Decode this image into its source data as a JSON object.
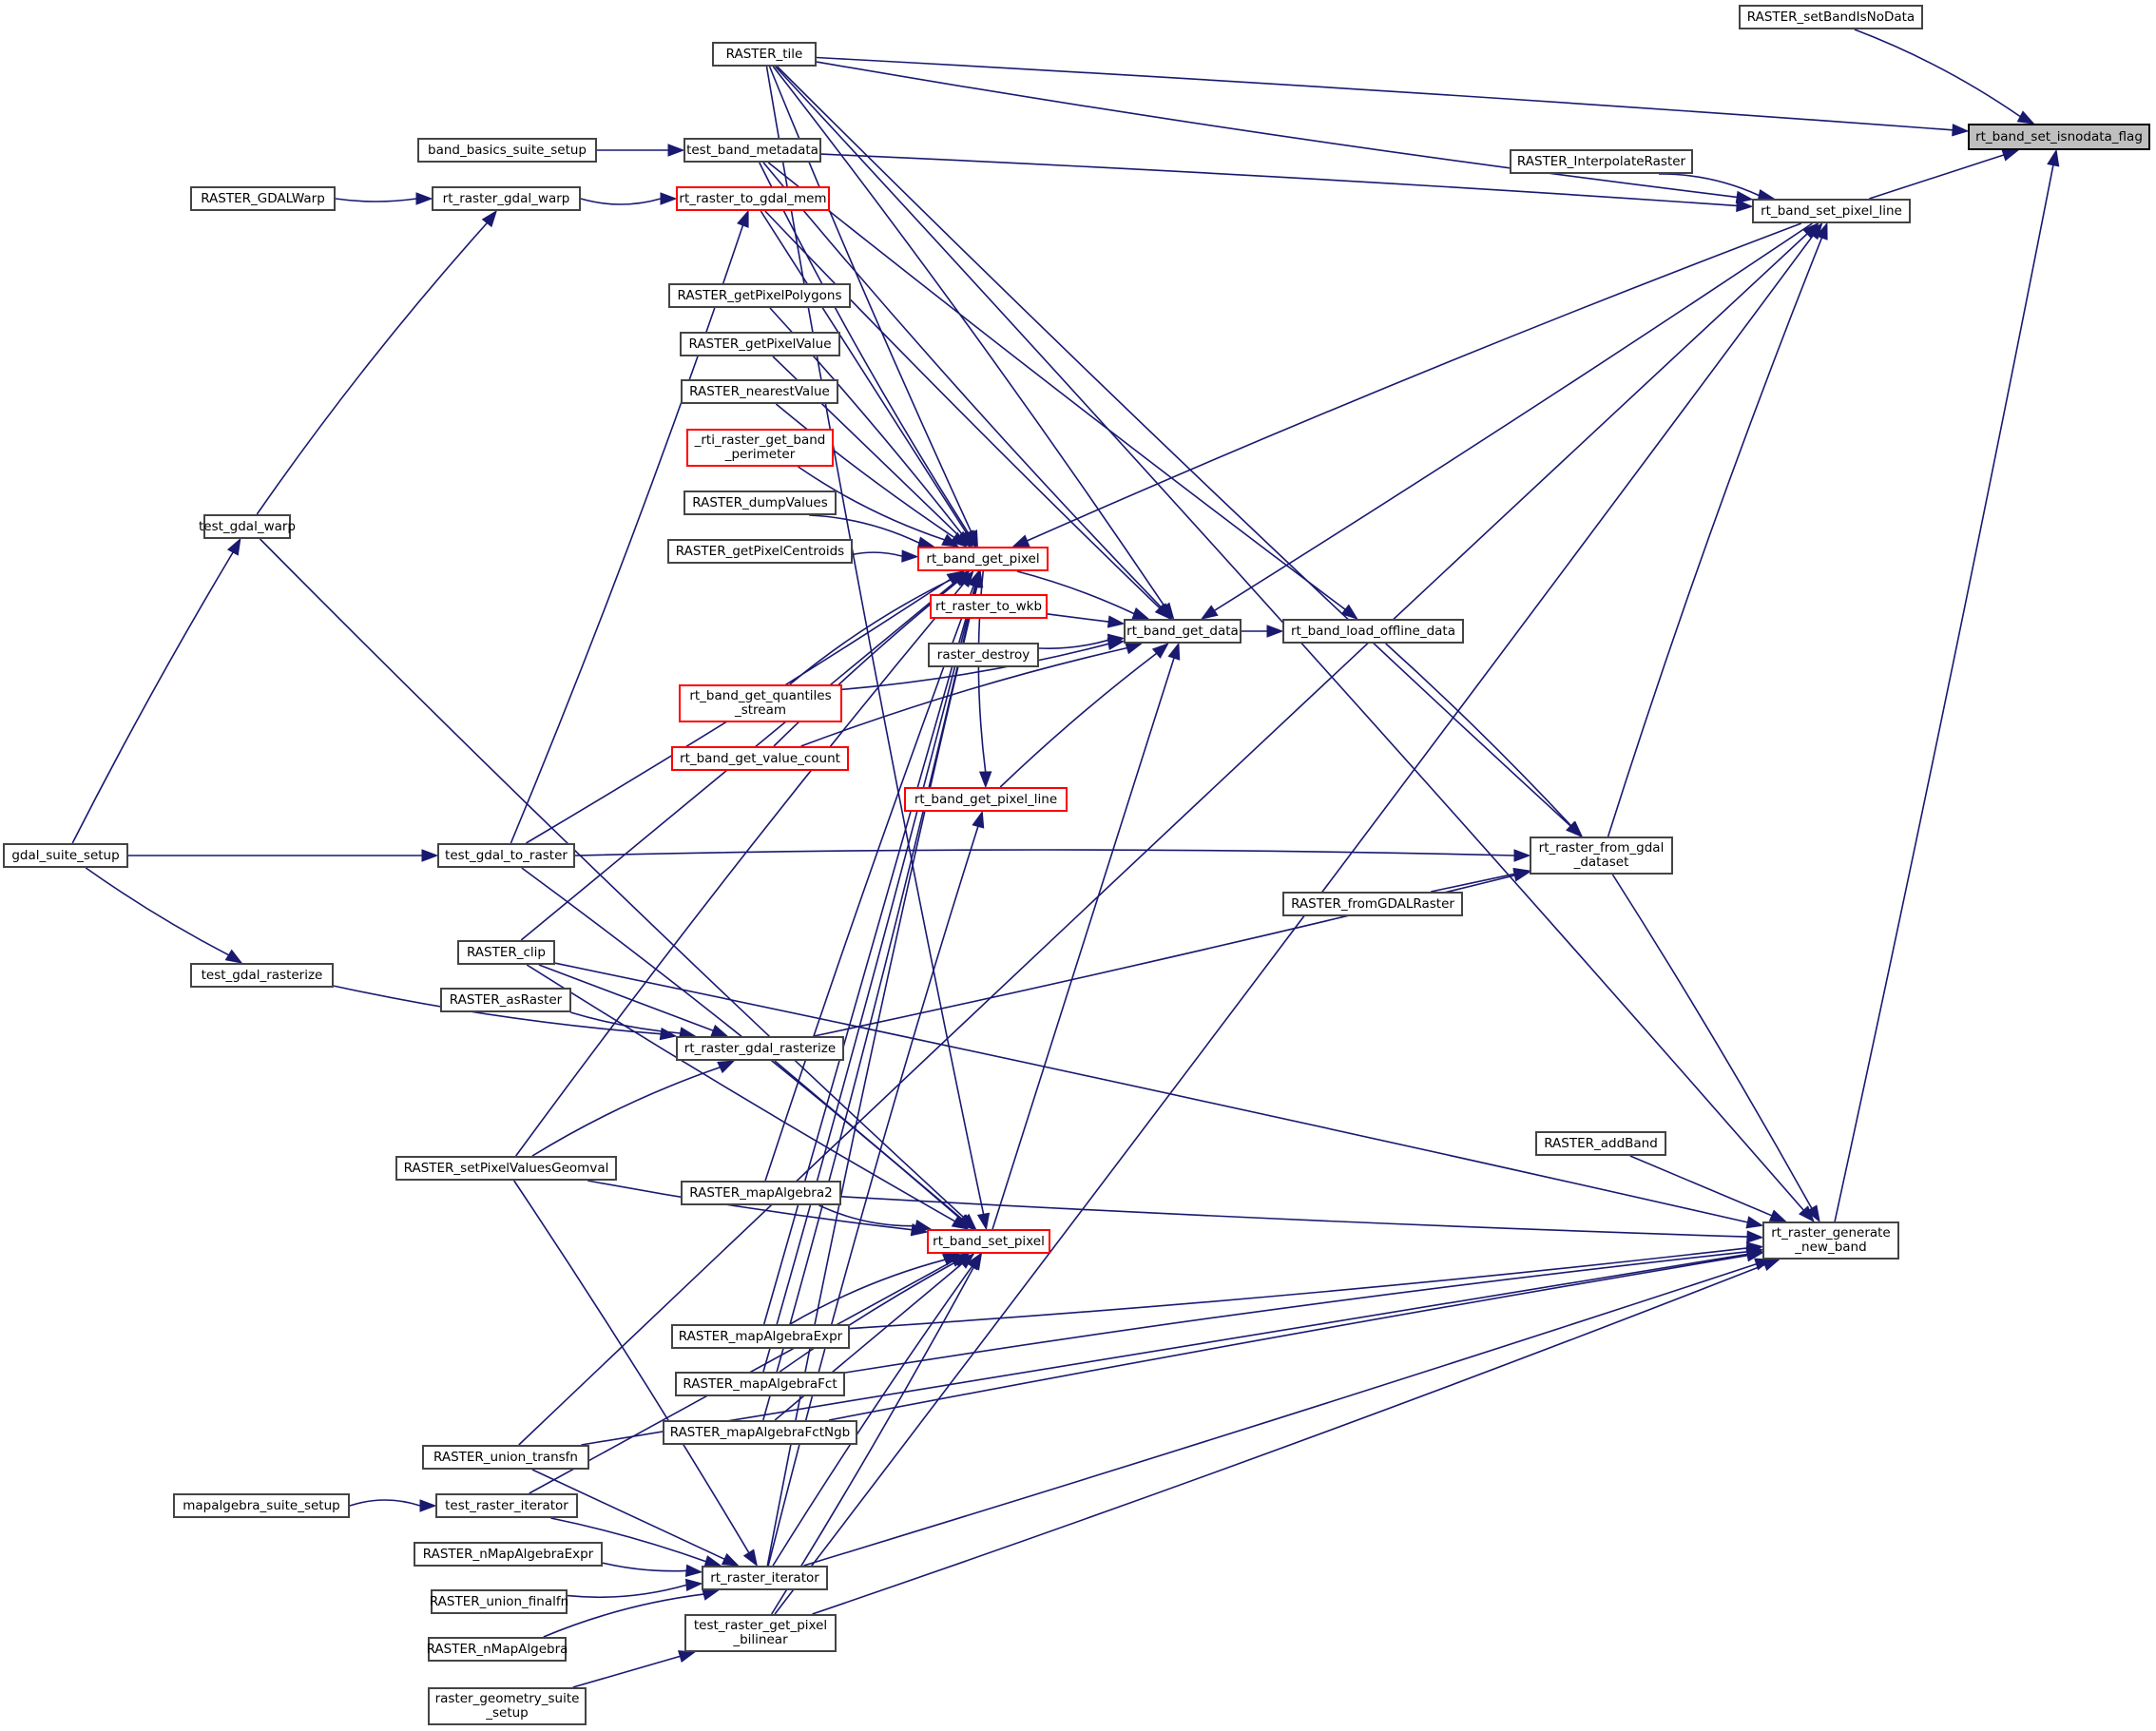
{
  "title": "rt_band_set_isnodata_flag caller graph",
  "colors": {
    "edge": "#191970",
    "focus_fill": "#bfbfbf",
    "undocumented_border": "#ff0000",
    "default_border": "#444444"
  },
  "nodes": [
    {
      "id": "isnodata",
      "label": "rt_band_set_isnodata_flag",
      "style": "focus"
    },
    {
      "id": "setBandIsNoData",
      "label": "RASTER_setBandIsNoData",
      "style": "normal"
    },
    {
      "id": "tile",
      "label": "RASTER_tile",
      "style": "normal"
    },
    {
      "id": "band_basics",
      "label": "band_basics_suite_setup",
      "style": "normal"
    },
    {
      "id": "test_band_metadata",
      "label": "test_band_metadata",
      "style": "normal"
    },
    {
      "id": "gdalwarp_sql",
      "label": "RASTER_GDALWarp",
      "style": "normal"
    },
    {
      "id": "gdal_warp",
      "label": "rt_raster_gdal_warp",
      "style": "normal"
    },
    {
      "id": "to_gdal_mem",
      "label": "rt_raster_to_gdal_mem",
      "style": "red"
    },
    {
      "id": "interp",
      "label": "RASTER_InterpolateRaster",
      "style": "normal"
    },
    {
      "id": "set_pixel_line",
      "label": "rt_band_set_pixel_line",
      "style": "normal"
    },
    {
      "id": "getPixelPolygons",
      "label": "RASTER_getPixelPolygons",
      "style": "normal"
    },
    {
      "id": "getPixelValue",
      "label": "RASTER_getPixelValue",
      "style": "normal"
    },
    {
      "id": "nearestValue",
      "label": "RASTER_nearestValue",
      "style": "normal"
    },
    {
      "id": "rti_perimeter",
      "label": "_rti_raster_get_band\n_perimeter",
      "style": "red"
    },
    {
      "id": "test_gdal_warp",
      "label": "test_gdal_warp",
      "style": "normal"
    },
    {
      "id": "dumpValues",
      "label": "RASTER_dumpValues",
      "style": "normal"
    },
    {
      "id": "getPixelCentroids",
      "label": "RASTER_getPixelCentroids",
      "style": "normal"
    },
    {
      "id": "get_pixel",
      "label": "rt_band_get_pixel",
      "style": "red"
    },
    {
      "id": "to_wkb",
      "label": "rt_raster_to_wkb",
      "style": "red"
    },
    {
      "id": "get_data",
      "label": "rt_band_get_data",
      "style": "normal"
    },
    {
      "id": "load_offline",
      "label": "rt_band_load_offline_data",
      "style": "normal"
    },
    {
      "id": "raster_destroy",
      "label": "raster_destroy",
      "style": "normal"
    },
    {
      "id": "quantiles",
      "label": "rt_band_get_quantiles\n_stream",
      "style": "red"
    },
    {
      "id": "value_count",
      "label": "rt_band_get_value_count",
      "style": "red"
    },
    {
      "id": "get_pixel_line",
      "label": "rt_band_get_pixel_line",
      "style": "red"
    },
    {
      "id": "gdal_suite",
      "label": "gdal_suite_setup",
      "style": "normal"
    },
    {
      "id": "test_gdal_to_raster",
      "label": "test_gdal_to_raster",
      "style": "normal"
    },
    {
      "id": "from_gdal",
      "label": "rt_raster_from_gdal\n_dataset",
      "style": "normal"
    },
    {
      "id": "fromGDALRaster",
      "label": "RASTER_fromGDALRaster",
      "style": "normal"
    },
    {
      "id": "clip",
      "label": "RASTER_clip",
      "style": "normal"
    },
    {
      "id": "test_gdal_rasterize",
      "label": "test_gdal_rasterize",
      "style": "normal"
    },
    {
      "id": "asRaster",
      "label": "RASTER_asRaster",
      "style": "normal"
    },
    {
      "id": "gdal_rasterize",
      "label": "rt_raster_gdal_rasterize",
      "style": "normal"
    },
    {
      "id": "addBand",
      "label": "RASTER_addBand",
      "style": "normal"
    },
    {
      "id": "setPixelValuesGeomval",
      "label": "RASTER_setPixelValuesGeomval",
      "style": "normal"
    },
    {
      "id": "mapAlgebra2",
      "label": "RASTER_mapAlgebra2",
      "style": "normal"
    },
    {
      "id": "generate_new_band",
      "label": "rt_raster_generate\n_new_band",
      "style": "normal"
    },
    {
      "id": "set_pixel",
      "label": "rt_band_set_pixel",
      "style": "red"
    },
    {
      "id": "mapAlgebraExpr",
      "label": "RASTER_mapAlgebraExpr",
      "style": "normal"
    },
    {
      "id": "mapAlgebraFct",
      "label": "RASTER_mapAlgebraFct",
      "style": "normal"
    },
    {
      "id": "mapAlgebraFctNgb",
      "label": "RASTER_mapAlgebraFctNgb",
      "style": "normal"
    },
    {
      "id": "union_transfn",
      "label": "RASTER_union_transfn",
      "style": "normal"
    },
    {
      "id": "mapalgebra_suite",
      "label": "mapalgebra_suite_setup",
      "style": "normal"
    },
    {
      "id": "test_raster_iterator",
      "label": "test_raster_iterator",
      "style": "normal"
    },
    {
      "id": "nMapAlgebraExpr",
      "label": "RASTER_nMapAlgebraExpr",
      "style": "normal"
    },
    {
      "id": "raster_iterator",
      "label": "rt_raster_iterator",
      "style": "normal"
    },
    {
      "id": "union_finalfn",
      "label": "RASTER_union_finalfn",
      "style": "normal"
    },
    {
      "id": "nMapAlgebra",
      "label": "RASTER_nMapAlgebra",
      "style": "normal"
    },
    {
      "id": "bilinear",
      "label": "test_raster_get_pixel\n_bilinear",
      "style": "normal"
    },
    {
      "id": "geometry_suite",
      "label": "raster_geometry_suite\n_setup",
      "style": "normal"
    }
  ],
  "edges": [
    [
      "setBandIsNoData",
      "isnodata"
    ],
    [
      "tile",
      "isnodata"
    ],
    [
      "set_pixel_line",
      "isnodata"
    ],
    [
      "generate_new_band",
      "isnodata"
    ],
    [
      "tile",
      "set_pixel_line"
    ],
    [
      "interp",
      "set_pixel_line"
    ],
    [
      "test_band_metadata",
      "set_pixel_line"
    ],
    [
      "band_basics",
      "test_band_metadata"
    ],
    [
      "gdalwarp_sql",
      "gdal_warp"
    ],
    [
      "gdal_warp",
      "to_gdal_mem"
    ],
    [
      "test_gdal_warp",
      "gdal_warp"
    ],
    [
      "gdal_suite",
      "test_gdal_warp"
    ],
    [
      "gdal_suite",
      "test_gdal_to_raster"
    ],
    [
      "gdal_suite",
      "test_gdal_rasterize"
    ],
    [
      "test_gdal_to_raster",
      "to_gdal_mem"
    ],
    [
      "test_gdal_to_raster",
      "from_gdal"
    ],
    [
      "getPixelPolygons",
      "get_pixel"
    ],
    [
      "getPixelValue",
      "get_pixel"
    ],
    [
      "nearestValue",
      "get_pixel"
    ],
    [
      "rti_perimeter",
      "get_pixel"
    ],
    [
      "dumpValues",
      "get_pixel"
    ],
    [
      "getPixelCentroids",
      "get_pixel"
    ],
    [
      "to_gdal_mem",
      "get_pixel"
    ],
    [
      "tile",
      "get_pixel"
    ],
    [
      "test_band_metadata",
      "get_pixel"
    ],
    [
      "quantiles",
      "get_pixel"
    ],
    [
      "value_count",
      "get_pixel"
    ],
    [
      "clip",
      "get_pixel"
    ],
    [
      "test_gdal_to_raster",
      "get_pixel"
    ],
    [
      "set_pixel_line",
      "get_pixel"
    ],
    [
      "setPixelValuesGeomval",
      "get_pixel"
    ],
    [
      "mapAlgebra2",
      "get_pixel"
    ],
    [
      "mapAlgebraExpr",
      "get_pixel"
    ],
    [
      "mapAlgebraFct",
      "get_pixel"
    ],
    [
      "mapAlgebraFctNgb",
      "get_pixel"
    ],
    [
      "raster_iterator",
      "get_pixel"
    ],
    [
      "get_pixel",
      "get_data"
    ],
    [
      "to_wkb",
      "get_data"
    ],
    [
      "raster_destroy",
      "get_data"
    ],
    [
      "quantiles",
      "get_data"
    ],
    [
      "value_count",
      "get_data"
    ],
    [
      "get_pixel_line",
      "get_data"
    ],
    [
      "set_pixel",
      "get_data"
    ],
    [
      "to_gdal_mem",
      "get_data"
    ],
    [
      "test_band_metadata",
      "get_data"
    ],
    [
      "tile",
      "get_data"
    ],
    [
      "set_pixel_line",
      "get_data"
    ],
    [
      "get_data",
      "load_offline"
    ],
    [
      "test_band_metadata",
      "load_offline"
    ],
    [
      "get_pixel",
      "get_pixel_line"
    ],
    [
      "raster_iterator",
      "get_pixel_line"
    ],
    [
      "load_offline",
      "from_gdal"
    ],
    [
      "fromGDALRaster",
      "from_gdal"
    ],
    [
      "gdal_rasterize",
      "from_gdal"
    ],
    [
      "tile",
      "from_gdal"
    ],
    [
      "from_gdal",
      "set_pixel_line"
    ],
    [
      "from_gdal",
      "generate_new_band"
    ],
    [
      "clip",
      "gdal_rasterize"
    ],
    [
      "asRaster",
      "gdal_rasterize"
    ],
    [
      "test_gdal_rasterize",
      "gdal_rasterize"
    ],
    [
      "setPixelValuesGeomval",
      "gdal_rasterize"
    ],
    [
      "clip",
      "generate_new_band"
    ],
    [
      "addBand",
      "generate_new_band"
    ],
    [
      "mapAlgebra2",
      "generate_new_band"
    ],
    [
      "mapAlgebraExpr",
      "generate_new_band"
    ],
    [
      "mapAlgebraFct",
      "generate_new_band"
    ],
    [
      "mapAlgebraFctNgb",
      "generate_new_band"
    ],
    [
      "union_transfn",
      "generate_new_band"
    ],
    [
      "raster_iterator",
      "generate_new_band"
    ],
    [
      "bilinear",
      "generate_new_band"
    ],
    [
      "tile",
      "generate_new_band"
    ],
    [
      "union_transfn",
      "set_pixel_line"
    ],
    [
      "gdal_rasterize",
      "set_pixel"
    ],
    [
      "setPixelValuesGeomval",
      "set_pixel"
    ],
    [
      "mapAlgebra2",
      "set_pixel"
    ],
    [
      "mapAlgebraExpr",
      "set_pixel"
    ],
    [
      "mapAlgebraFct",
      "set_pixel"
    ],
    [
      "mapAlgebraFctNgb",
      "set_pixel"
    ],
    [
      "clip",
      "set_pixel"
    ],
    [
      "test_gdal_warp",
      "set_pixel"
    ],
    [
      "test_gdal_to_raster",
      "set_pixel"
    ],
    [
      "raster_iterator",
      "set_pixel"
    ],
    [
      "test_raster_iterator",
      "set_pixel"
    ],
    [
      "bilinear",
      "set_pixel"
    ],
    [
      "tile",
      "set_pixel"
    ],
    [
      "mapalgebra_suite",
      "test_raster_iterator"
    ],
    [
      "test_raster_iterator",
      "raster_iterator"
    ],
    [
      "union_transfn",
      "raster_iterator"
    ],
    [
      "nMapAlgebraExpr",
      "raster_iterator"
    ],
    [
      "union_finalfn",
      "raster_iterator"
    ],
    [
      "nMapAlgebra",
      "raster_iterator"
    ],
    [
      "setPixelValuesGeomval",
      "raster_iterator"
    ],
    [
      "geometry_suite",
      "bilinear"
    ],
    [
      "bilinear",
      "set_pixel_line"
    ]
  ]
}
